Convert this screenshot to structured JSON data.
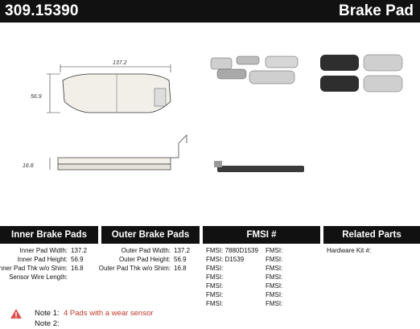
{
  "header": {
    "part_number": "309.15390",
    "product": "Brake Pad"
  },
  "drawing": {
    "width_dim": "137.2",
    "height_dim": "56.9",
    "thickness_dim": "16.8"
  },
  "inner_specs": {
    "title": "Inner Brake Pads Specs",
    "rows": [
      {
        "label": "Inner Pad Width:",
        "value": "137.2"
      },
      {
        "label": "Inner Pad Height:",
        "value": "56.9"
      },
      {
        "label": "Inner Pad Thk w/o Shim:",
        "value": "16.8"
      },
      {
        "label": "Sensor Wire Length:",
        "value": ""
      }
    ]
  },
  "outer_specs": {
    "title": "Outer Brake Pads Specs",
    "rows": [
      {
        "label": "Outer Pad Width:",
        "value": "137.2"
      },
      {
        "label": "Outer Pad Height:",
        "value": "56.9"
      },
      {
        "label": "Outer Pad Thk w/o Shim:",
        "value": "16.8"
      }
    ]
  },
  "fmsi": {
    "title": "FMSI #",
    "left": [
      {
        "label": "FMSI:",
        "value": "7880D1539"
      },
      {
        "label": "FMSI:",
        "value": "D1539"
      },
      {
        "label": "FMSI:",
        "value": ""
      },
      {
        "label": "FMSI:",
        "value": ""
      },
      {
        "label": "FMSI:",
        "value": ""
      },
      {
        "label": "FMSI:",
        "value": ""
      },
      {
        "label": "FMSI:",
        "value": ""
      }
    ],
    "right": [
      {
        "label": "FMSI:",
        "value": ""
      },
      {
        "label": "FMSI:",
        "value": ""
      },
      {
        "label": "FMSI:",
        "value": ""
      },
      {
        "label": "FMSI:",
        "value": ""
      },
      {
        "label": "FMSI:",
        "value": ""
      },
      {
        "label": "FMSI:",
        "value": ""
      },
      {
        "label": "FMSI:",
        "value": ""
      }
    ]
  },
  "related": {
    "title": "Related Parts",
    "hardware_kit_label": "Hardware Kit #:",
    "hardware_kit_value": ""
  },
  "notes": [
    {
      "label": "Note 1:",
      "text": "4 Pads with a wear sensor"
    },
    {
      "label": "Note 2:",
      "text": ""
    }
  ],
  "colors": {
    "header_bg": "#111111",
    "note_text": "#c0392b",
    "warning": "#d9534f"
  }
}
